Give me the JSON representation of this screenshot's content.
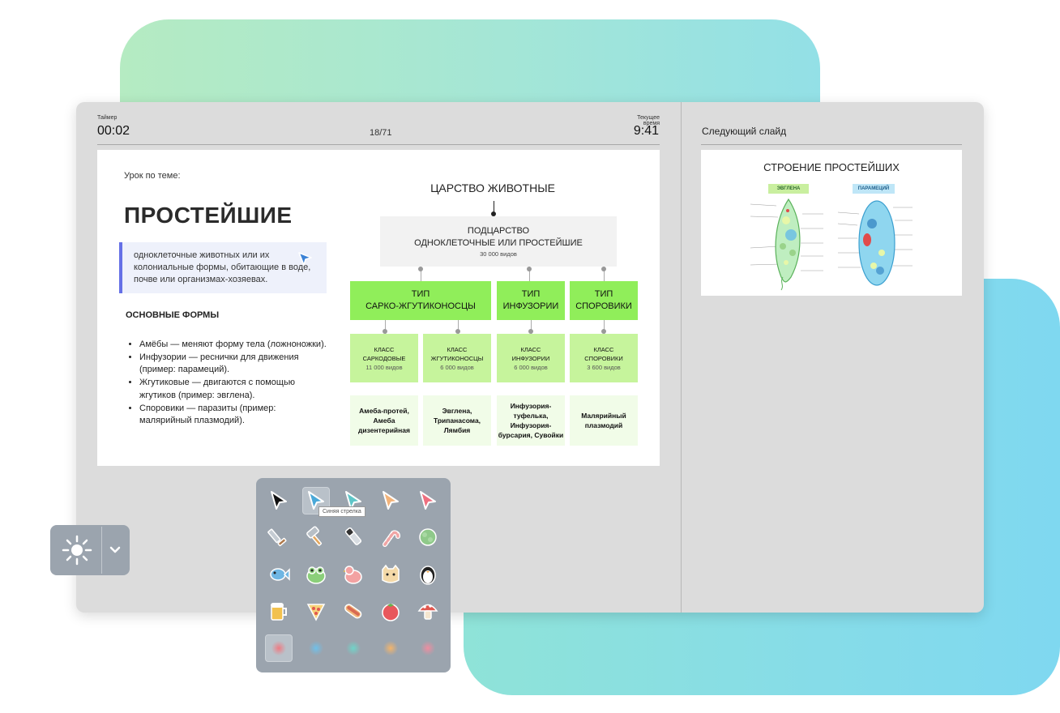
{
  "timer": {
    "label": "Таймер",
    "value": "00:02"
  },
  "counter": "18/71",
  "clock": {
    "label": "Текущее время",
    "value": "9:41"
  },
  "next_slide": {
    "label": "Следующий слайд",
    "title": "СТРОЕНИЕ ПРОСТЕЙШИХ",
    "tag_left": "ЭВГЛЕНА",
    "tag_right": "ПАРАМЕЦИЙ"
  },
  "slide": {
    "subtitle": "Урок по теме:",
    "title": "ПРОСТЕЙШИЕ",
    "quote": "одноклеточные животных или их колониальные формы, обитающие в воде, почве или организмах-хозяевах.",
    "forms_heading": "ОСНОВНЫЕ ФОРМЫ",
    "bullets": [
      "Амёбы — меняют форму тела (ложноножки).",
      "Инфузории — реснички для движения (пример: парамеций).",
      "Жгутиковые — двигаются с помощью жгутиков (пример: эвглена).",
      "Споровики — паразиты (пример: малярийный плазмодий)."
    ],
    "diagram": {
      "kingdom": "ЦАРСТВО ЖИВОТНЫЕ",
      "sub_line1": "ПОДЦАРСТВО",
      "sub_line2": "ОДНОКЛЕТОЧНЫЕ ИЛИ ПРОСТЕЙШИЕ",
      "sub_count": "30 000 видов",
      "types": [
        {
          "l1": "ТИП",
          "l2": "САРКО-ЖГУТИКОНОСЦЫ"
        },
        {
          "l1": "ТИП",
          "l2": "ИНФУЗОРИИ"
        },
        {
          "l1": "ТИП",
          "l2": "СПОРОВИКИ"
        }
      ],
      "classes": [
        {
          "l1": "КЛАСС",
          "l2": "САРКОДОВЫЕ",
          "count": "11 000 видов"
        },
        {
          "l1": "КЛАСС",
          "l2": "ЖГУТИКОНОСЦЫ",
          "count": "6 000 видов"
        },
        {
          "l1": "КЛАСС",
          "l2": "ИНФУЗОРИИ",
          "count": "6 000 видов"
        },
        {
          "l1": "КЛАСС",
          "l2": "СПОРОВИКИ",
          "count": "3 600 видов"
        }
      ],
      "examples": [
        "Амеба-протей, Амеба дизентерийная",
        "Эвглена, Трипанасома, Лямбия",
        "Инфузория-туфелька, Инфузория-бурсария, Сувойки",
        "Малярийный плазмодий"
      ]
    }
  },
  "tooltip": "Синяя стрелка",
  "colors": {
    "accent_bar": "#6570e6",
    "type_green": "#90ee5a",
    "class_green": "#c6f49c",
    "palette_bg": "#9ba4ae"
  },
  "palette_icons": [
    "black-arrow-icon",
    "blue-arrow-icon",
    "teal-arrow-icon",
    "orange-arrow-icon",
    "pink-arrow-icon",
    "sword-icon",
    "hammer-icon",
    "pen-icon",
    "candy-cane-icon",
    "leaf-icon",
    "fish-icon",
    "frog-icon",
    "chicken-icon",
    "cat-icon",
    "penguin-icon",
    "beer-icon",
    "pizza-icon",
    "hot-dog-icon",
    "tomato-icon",
    "mushroom-icon",
    "red-glow-icon",
    "blue-glow-icon",
    "teal-glow-icon",
    "orange-glow-icon",
    "pink-glow-icon"
  ]
}
